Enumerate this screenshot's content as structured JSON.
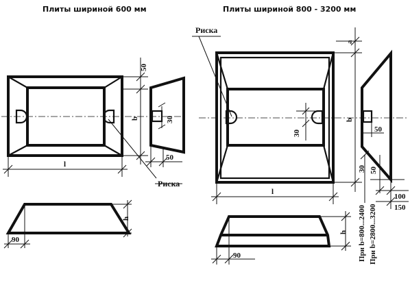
{
  "titles": {
    "left": "Плиты шириной 600 мм",
    "right": "Плиты шириной 800 - 3200 мм"
  },
  "labels": {
    "riska_left": "Риска",
    "riska_right": "Риска"
  },
  "dims": {
    "d50_top": "50",
    "b_left": "b",
    "l_left": "l",
    "d30_side": "30",
    "d50_side": "50",
    "h_left": "h",
    "d90_left": "90",
    "a_right": "a",
    "b_right": "b",
    "l_right": "l",
    "d30_inner": "30",
    "d50_side_right": "50",
    "d30_bottom": "30",
    "d50_bottom": "50",
    "d100": "100",
    "d150": "150",
    "h_right": "h",
    "d90_right": "90"
  },
  "notes": {
    "note1": "При b=800...2400",
    "note2": "При b=2800...3200"
  }
}
